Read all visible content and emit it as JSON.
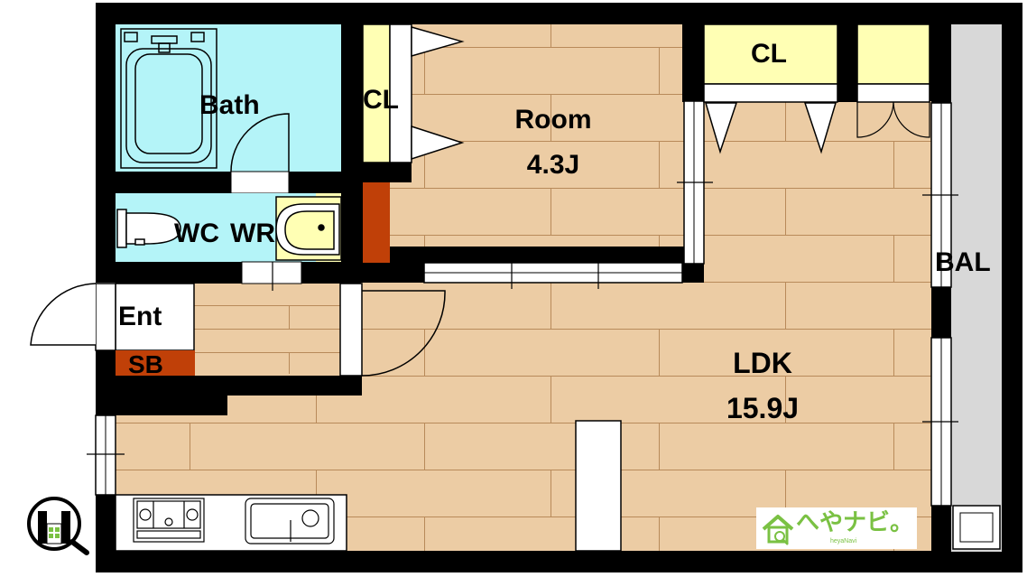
{
  "rooms": {
    "bath": "Bath",
    "wc": "WC",
    "wr": "WR",
    "cl_room": "CL",
    "room_name": "Room",
    "room_size": "4.3J",
    "cl_ldk": "CL",
    "bal": "BAL",
    "ent": "Ent",
    "sb": "SB",
    "ldk_name": "LDK",
    "ldk_size": "15.9J"
  },
  "logo": {
    "text": "へやナビ。",
    "sub": "heyaNavi"
  },
  "colors": {
    "wall": "#000000",
    "floor_wood": "#eccca4",
    "wet_area": "#b4f4f8",
    "closet": "#ffffb4",
    "storage": "#c04008",
    "balcony": "#d8d8d8",
    "brand_green": "#7ac143"
  }
}
